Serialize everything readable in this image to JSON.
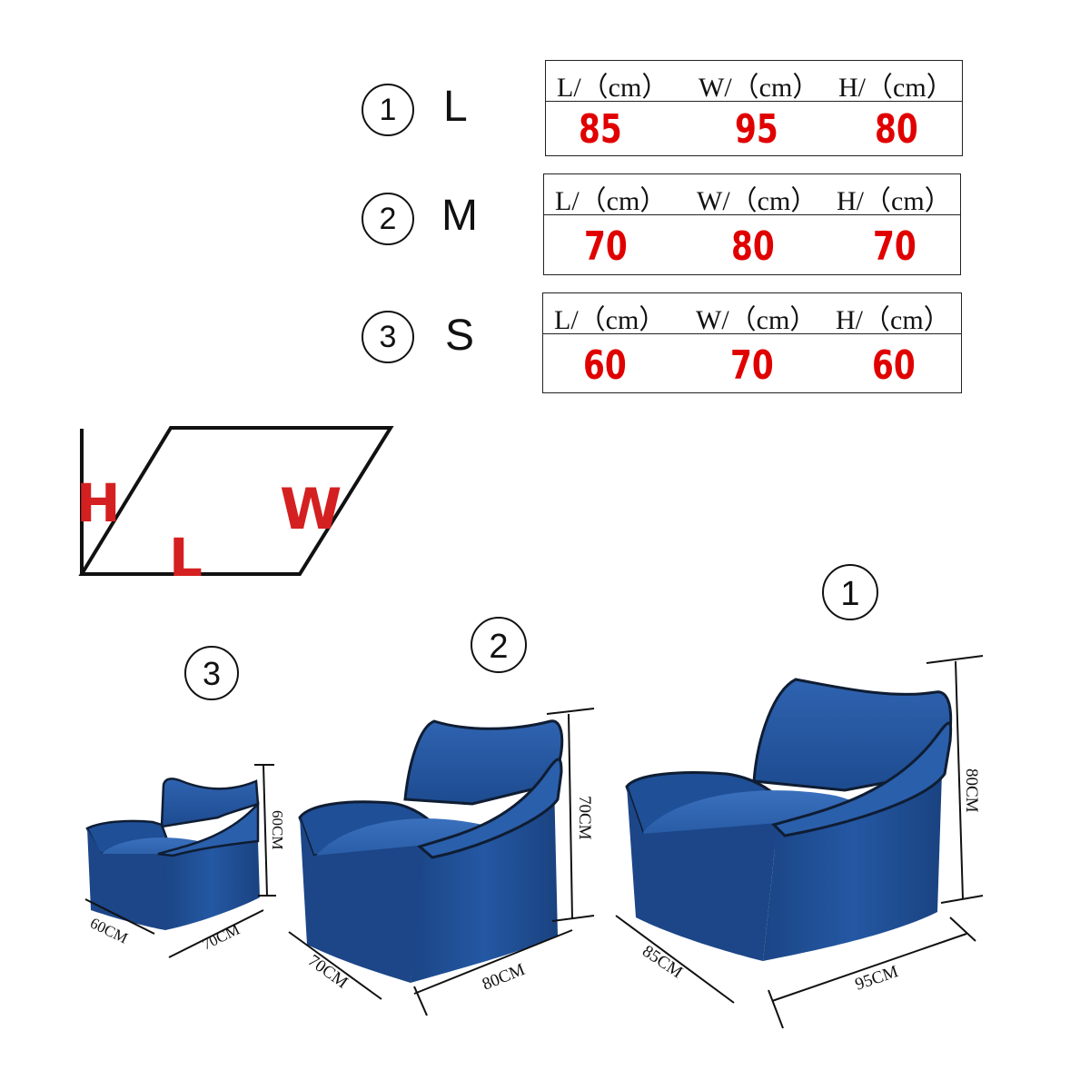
{
  "sizes": [
    {
      "num": "1",
      "letter": "L",
      "headers": [
        "L/（cm）",
        "W/（cm）",
        "H/（cm）"
      ],
      "values": [
        "85",
        "95",
        "80"
      ]
    },
    {
      "num": "2",
      "letter": "M",
      "headers": [
        "L/（cm）",
        "W/（cm）",
        "H/（cm）"
      ],
      "values": [
        "70",
        "80",
        "70"
      ]
    },
    {
      "num": "3",
      "letter": "S",
      "headers": [
        "L/（cm）",
        "W/（cm）",
        "H/（cm）"
      ],
      "values": [
        "60",
        "70",
        "60"
      ]
    }
  ],
  "diagram": {
    "h": "H",
    "l": "L",
    "w": "W"
  },
  "sofas": {
    "small": {
      "num": "3",
      "height": "60CM",
      "length": "60CM",
      "width": "70CM"
    },
    "medium": {
      "num": "2",
      "height": "70CM",
      "length": "70CM",
      "width": "80CM"
    },
    "large": {
      "num": "1",
      "height": "80CM",
      "length": "85CM",
      "width": "95CM"
    }
  },
  "colors": {
    "value_red": "#e00000",
    "diagram_red": "#d42020",
    "sofa_blue": "#1f4f96",
    "sofa_edge": "#0f1d33"
  }
}
